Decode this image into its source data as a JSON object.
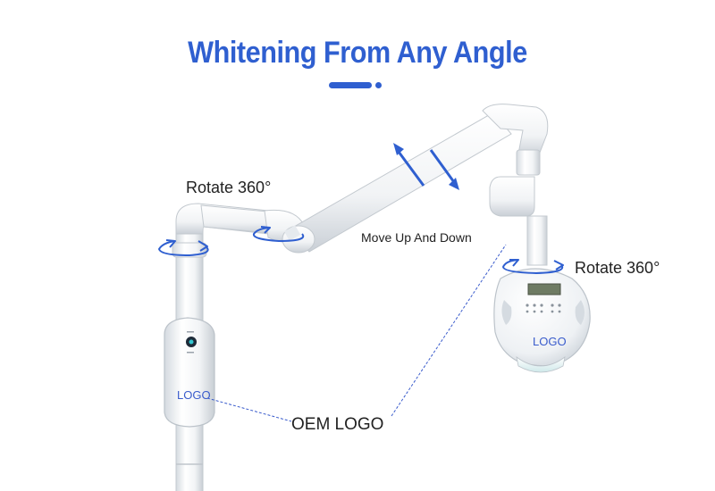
{
  "title": "Whitening From Any Angle",
  "labels": {
    "rotate_left": "Rotate 360°",
    "rotate_right": "Rotate 360°",
    "move": "Move Up And Down",
    "oem": "OEM LOGO"
  },
  "device": {
    "base_logo": "LOGO",
    "head_logo": "LOGO"
  },
  "colors": {
    "accent": "#2f5fd0",
    "body": "#ffffff",
    "shade": "#d7dde3"
  }
}
